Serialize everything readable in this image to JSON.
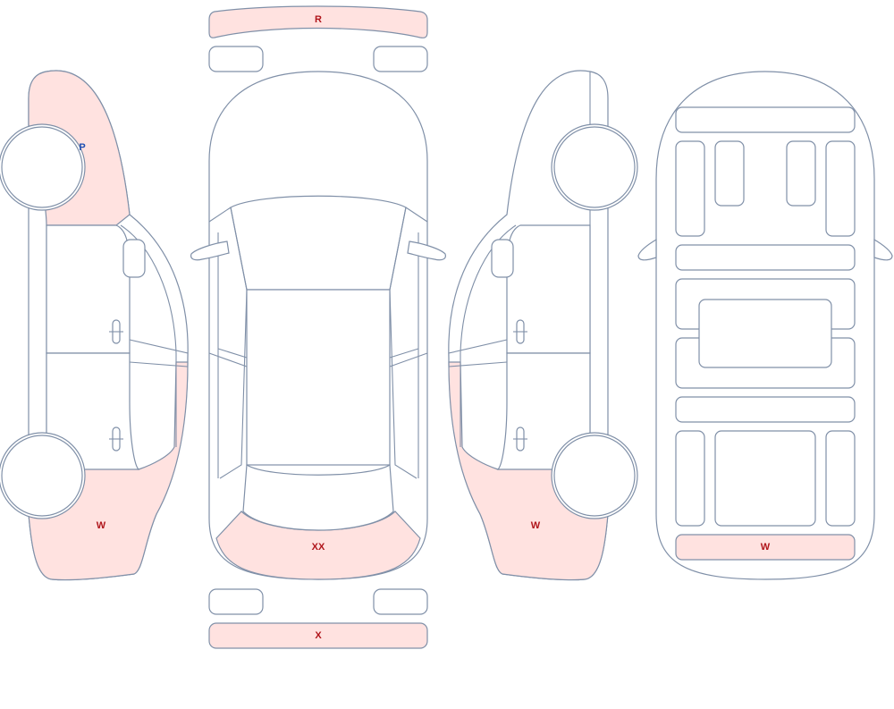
{
  "legend_colors": {
    "damage_fill": "#ffe2e0",
    "outline": "#8090a8",
    "damage_label": "#b0151b",
    "paint_label": "#1e4fb3"
  },
  "marks": {
    "rear_bumper": {
      "code": "R",
      "color": "#b0151b"
    },
    "front_bumper": {
      "code": "X",
      "color": "#b0151b"
    },
    "hood_front": {
      "code": "XX",
      "color": "#b0151b"
    },
    "left_rear_fender": {
      "code": "P",
      "color": "#1e4fb3"
    },
    "left_front_fender": {
      "code": "W",
      "color": "#b0151b"
    },
    "right_front_fender": {
      "code": "W",
      "color": "#b0151b"
    },
    "interior_front_panel": {
      "code": "W",
      "color": "#b0151b"
    }
  }
}
